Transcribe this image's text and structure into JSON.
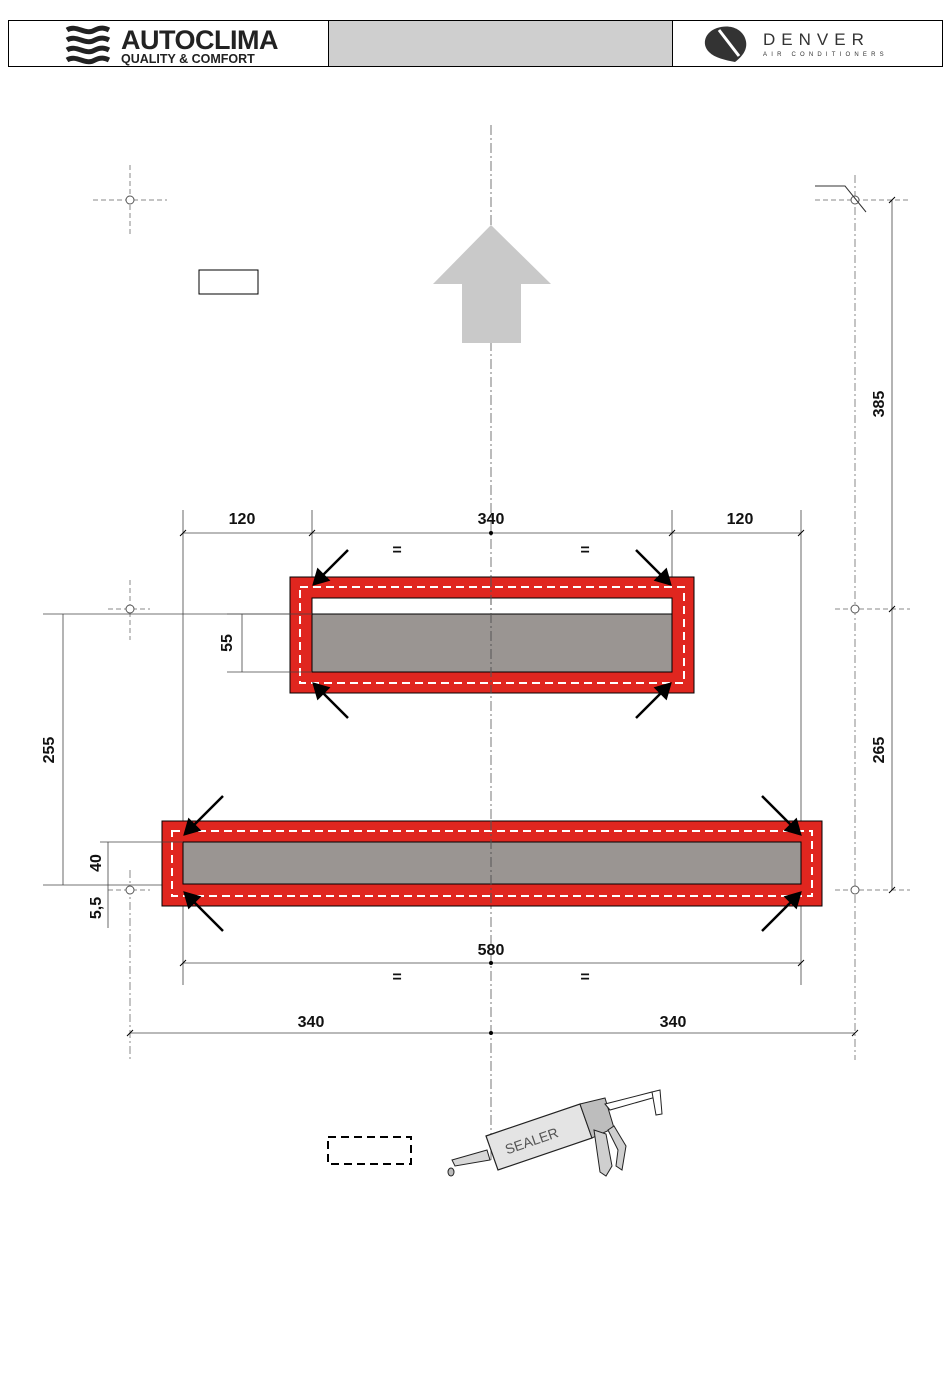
{
  "header": {
    "left_brand": "AUTOCLIMA",
    "left_tagline": "QUALITY & COMFORT",
    "right_brand": "DENVER",
    "right_tagline": "AIR CONDITIONERS"
  },
  "dimensions": {
    "top_left": "120",
    "top_center": "340",
    "top_right": "120",
    "top_eq_left": "=",
    "top_eq_right": "=",
    "upper_opening_height": "55",
    "left_vertical": "255",
    "lower_opening_height": "40",
    "lower_offset": "5,5",
    "right_upper": "385",
    "right_lower": "265",
    "bottom_width": "580",
    "bottom_eq_left": "=",
    "bottom_eq_right": "=",
    "base_left": "340",
    "base_right": "340"
  },
  "sealer_label": "SEALER",
  "colors": {
    "seal_red": "#e0261f",
    "opening_grey": "#9a9592",
    "arrow_grey": "#c9c9c9"
  }
}
